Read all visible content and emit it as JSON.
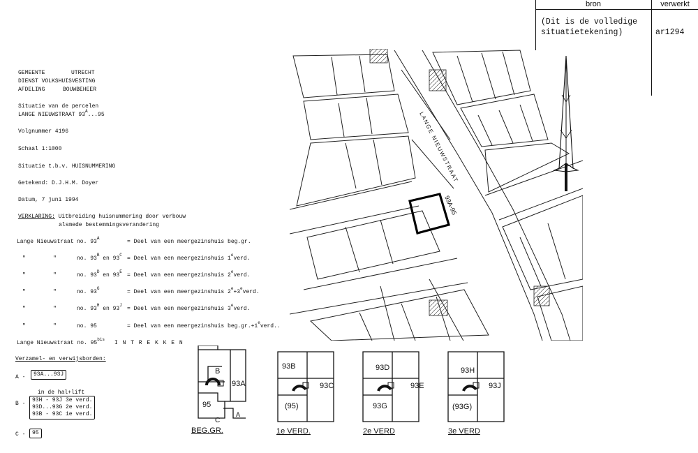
{
  "stamp": {
    "header_bron": "bron",
    "header_verwerkt": "verwerkt",
    "bron_line1": "(Dit is de volledige",
    "bron_line2": "situatietekening)",
    "verwerkt_value": "ar1294"
  },
  "info": {
    "org1_left": "GEMEENTE",
    "org1_right": "UTRECHT",
    "org2": "DIENST VOLKSHUISVESTING",
    "org3_left": "AFDELING",
    "org3_right": "BOUWBEHEER",
    "situatie1": "Situatie van de percelen",
    "situatie2_pre": "LANGE NIEUWSTRAAT 93",
    "situatie2_sup": "A",
    "situatie2_post": "...95",
    "volgnummer": "Volgnummer 4196",
    "schaal": "Schaal 1:1000",
    "tbv": "Situatie t.b.v. HUISNUMMERING",
    "getekend": "Getekend: D.J.H.M. Doyer",
    "datum": "Datum, 7 juni 1994",
    "verklaring_label": "VERKLARING:",
    "verklaring_1": " Uitbreiding huisnummering door verbouw",
    "verklaring_2": "alsmede bestemmingsverandering"
  },
  "rows": [
    {
      "c1": "Lange Nieuwstraat",
      "c2": "no. 93",
      "c2sup": "A",
      "c3": "",
      "c3sup": "",
      "desc": "= Deel van een meergezinshuis beg.gr."
    },
    {
      "c1": "\"",
      "c1b": "\"",
      "c2": "no. 93",
      "c2sup": "B",
      "c3": " en 93",
      "c3sup": "C",
      "desc": "= Deel van een meergezinshuis 1",
      "descsup": "e",
      "descpost": "verd."
    },
    {
      "c1": "\"",
      "c1b": "\"",
      "c2": "no. 93",
      "c2sup": "D",
      "c3": " en 93",
      "c3sup": "E",
      "desc": "= Deel van een meergezinshuis 2",
      "descsup": "e",
      "descpost": "verd."
    },
    {
      "c1": "\"",
      "c1b": "\"",
      "c2": "no. 93",
      "c2sup": "G",
      "c3": "",
      "c3sup": "",
      "desc": "= Deel van een meergezinshuis 2",
      "descsup": "e",
      "descpost": "+3",
      "descsup2": "e",
      "descpost2": "verd."
    },
    {
      "c1": "\"",
      "c1b": "\"",
      "c2": "no. 93",
      "c2sup": "H",
      "c3": " en 93",
      "c3sup": "J",
      "desc": "= Deel van een meergezinshuis 3",
      "descsup": "e",
      "descpost": "verd."
    },
    {
      "c1": "\"",
      "c1b": "\"",
      "c2": "no. 95",
      "c2sup": "",
      "c3": "",
      "c3sup": "",
      "desc": "= Deel van een meergezinshuis beg.gr.+1",
      "descsup": "e",
      "descpost": "verd.."
    }
  ],
  "intrekken": {
    "pre": "Lange Nieuwstraat no. 95",
    "sup": "bis",
    "post": "I N T R E K K E N"
  },
  "verzamel": {
    "title": "Verzamel- en verwijsborden:",
    "a_label": "A -",
    "a_text": "93A...93J",
    "hal_label": "in de hal+lift",
    "b_label": "B -",
    "b_line1": "93H - 93J 3e verd.",
    "b_line2": "93D...93G 2e verd.",
    "b_line3": "93B - 93C 1e verd.",
    "c_label": "C -",
    "c_text": "95"
  },
  "map": {
    "street_label": "LANGE NIEUWSTRAAT",
    "plot_label": "93A-95"
  },
  "floorplans": [
    {
      "caption": "BEG.GR.",
      "labels": [
        "B",
        "93A",
        "95",
        "C",
        "A"
      ]
    },
    {
      "caption": "1e VERD.",
      "labels": [
        "93B",
        "93C",
        "(95)"
      ]
    },
    {
      "caption": "2e VERD",
      "labels": [
        "93D",
        "93E",
        "93G"
      ]
    },
    {
      "caption": "3e VERD",
      "labels": [
        "93H",
        "93J",
        "(93G)"
      ]
    }
  ]
}
